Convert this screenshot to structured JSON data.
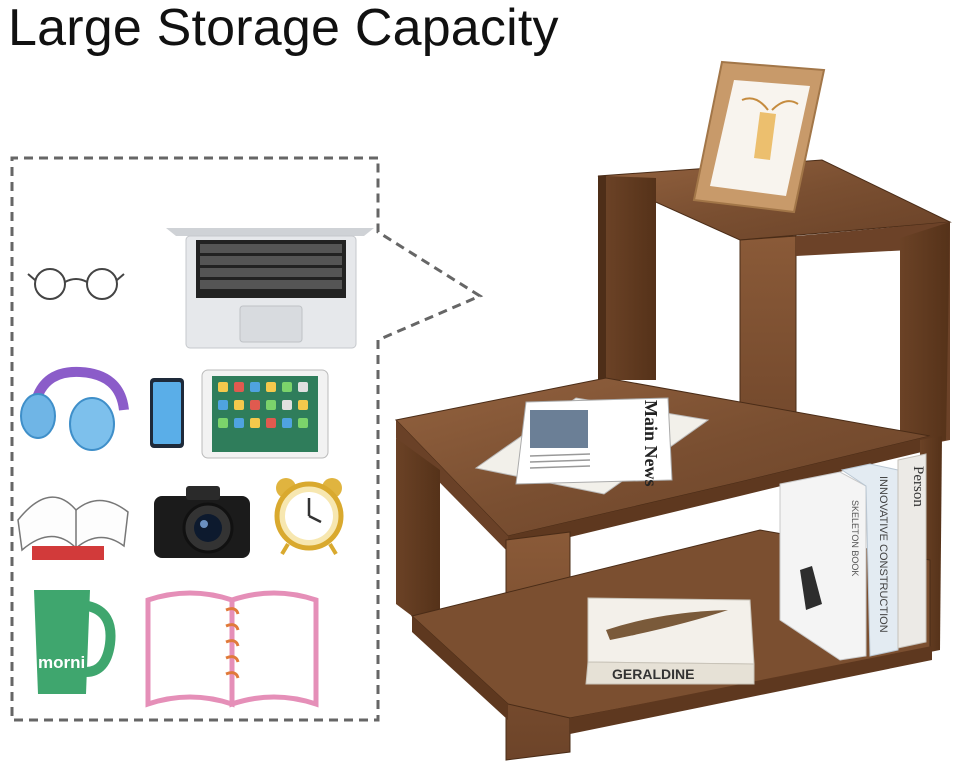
{
  "headline": "Large Storage Capacity",
  "items": [
    {
      "icon": "eyeglasses-icon"
    },
    {
      "icon": "laptop-icon"
    },
    {
      "icon": "headphones-icon"
    },
    {
      "icon": "smartphone-icon"
    },
    {
      "icon": "tablet-icon"
    },
    {
      "icon": "open-book-icon"
    },
    {
      "icon": "camera-icon"
    },
    {
      "icon": "alarm-clock-icon"
    },
    {
      "icon": "mug-icon"
    },
    {
      "icon": "notebook-icon"
    }
  ],
  "mug_text": "morni",
  "book_spines": [
    "Person",
    "INNOVATIVE CONSTRUCTION",
    "SKELETON BOOK"
  ],
  "newspaper_masthead": "Main News",
  "lower_book_title": "GERALDINE",
  "colors": {
    "wood": "#7a4f31",
    "wood_dark": "#5a3520",
    "wood_light": "#9a6a44",
    "dashed_border": "#666666",
    "mug": "#3fa66e",
    "notebook": "#e58fb8",
    "headphones": "#8b5cc9"
  }
}
